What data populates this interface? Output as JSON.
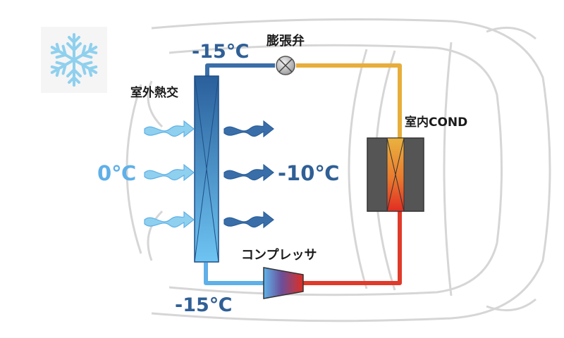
{
  "labels": {
    "temp_top": "-15℃",
    "temp_bottom": "-15℃",
    "temp_inlet": "0℃",
    "temp_outlet": "-10℃",
    "expansion_valve": "膨張弁",
    "outdoor_hx": "室外熱交",
    "indoor_cond": "室内COND",
    "compressor": "コンプレッサ"
  },
  "colors": {
    "pipe_cold": "#3a6ea8",
    "pipe_cold_light": "#5fb0e8",
    "pipe_warm": "#e7ae3c",
    "pipe_hot": "#e03a2a",
    "temp_text_dark": "#2f5f96",
    "temp_text_light": "#5fb0e8",
    "snow": "#8fd0ee",
    "label_text": "#1a1a1a"
  },
  "icons": [
    "snowflake-icon",
    "valve-icon",
    "airflow-arrow-icon",
    "compressor-icon"
  ]
}
